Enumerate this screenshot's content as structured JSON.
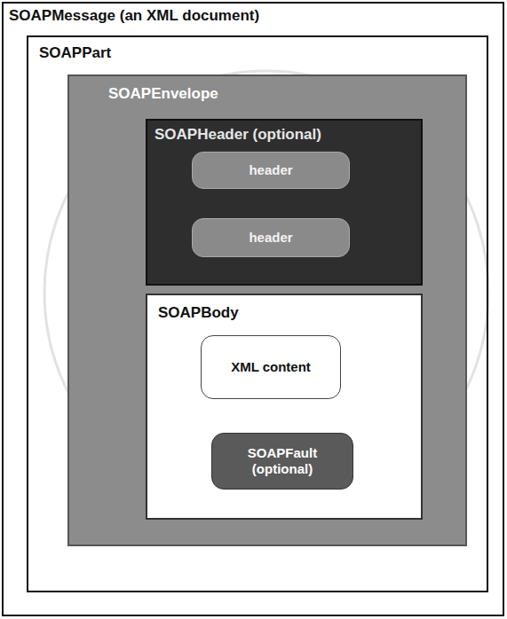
{
  "diagram": {
    "nodes": [
      {
        "text": [
          "SOAPMessage (an XML document)"
        ]
      },
      {
        "text": [
          "SOAPPart"
        ],
        "in": 0
      },
      {
        "text": [
          "SOAPEnvelope"
        ],
        "in": 1
      },
      {
        "text": [
          "SOAPHeader (optional)"
        ],
        "in": 2
      },
      {
        "text": [
          "header"
        ],
        "in": 3
      },
      {
        "text": [
          "header"
        ],
        "in": 3
      },
      {
        "text": [
          "SOAPBody"
        ],
        "in": 2
      },
      {
        "text": [
          "XML content"
        ],
        "in": 6
      },
      {
        "text": [
          "SOAPFault (optional)"
        ],
        "in": 6
      }
    ]
  }
}
